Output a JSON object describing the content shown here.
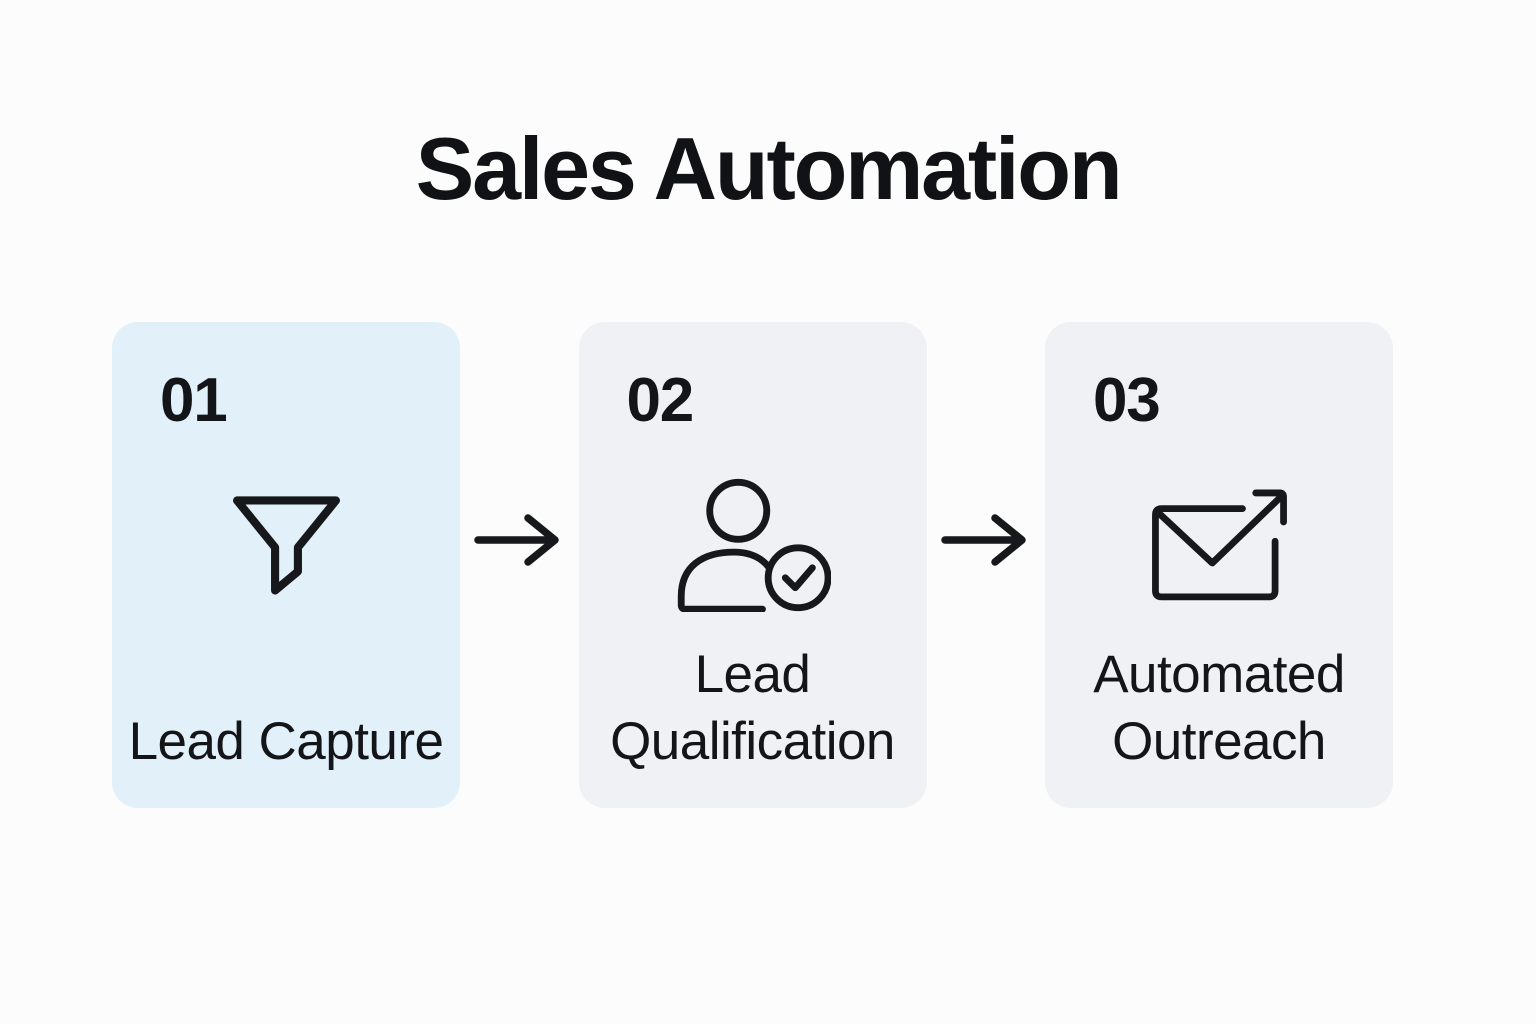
{
  "title": "Sales Automation",
  "steps": [
    {
      "number": "01",
      "label": "Lead Capture",
      "icon": "funnel-icon",
      "background": "#E2F0FA"
    },
    {
      "number": "02",
      "label": "Lead Qualification",
      "icon": "user-check-icon",
      "background": "#F0F1F4"
    },
    {
      "number": "03",
      "label": "Automated Outreach",
      "icon": "mail-send-icon",
      "background": "#F0F1F4"
    }
  ],
  "connectors": [
    {
      "type": "arrow-right"
    },
    {
      "type": "arrow-right"
    }
  ],
  "colors": {
    "page_background": "#FCFCFD",
    "card_highlight": "#E2F0FA",
    "card_default": "#F0F1F4",
    "text": "#141519",
    "icon_stroke": "#17181B"
  }
}
